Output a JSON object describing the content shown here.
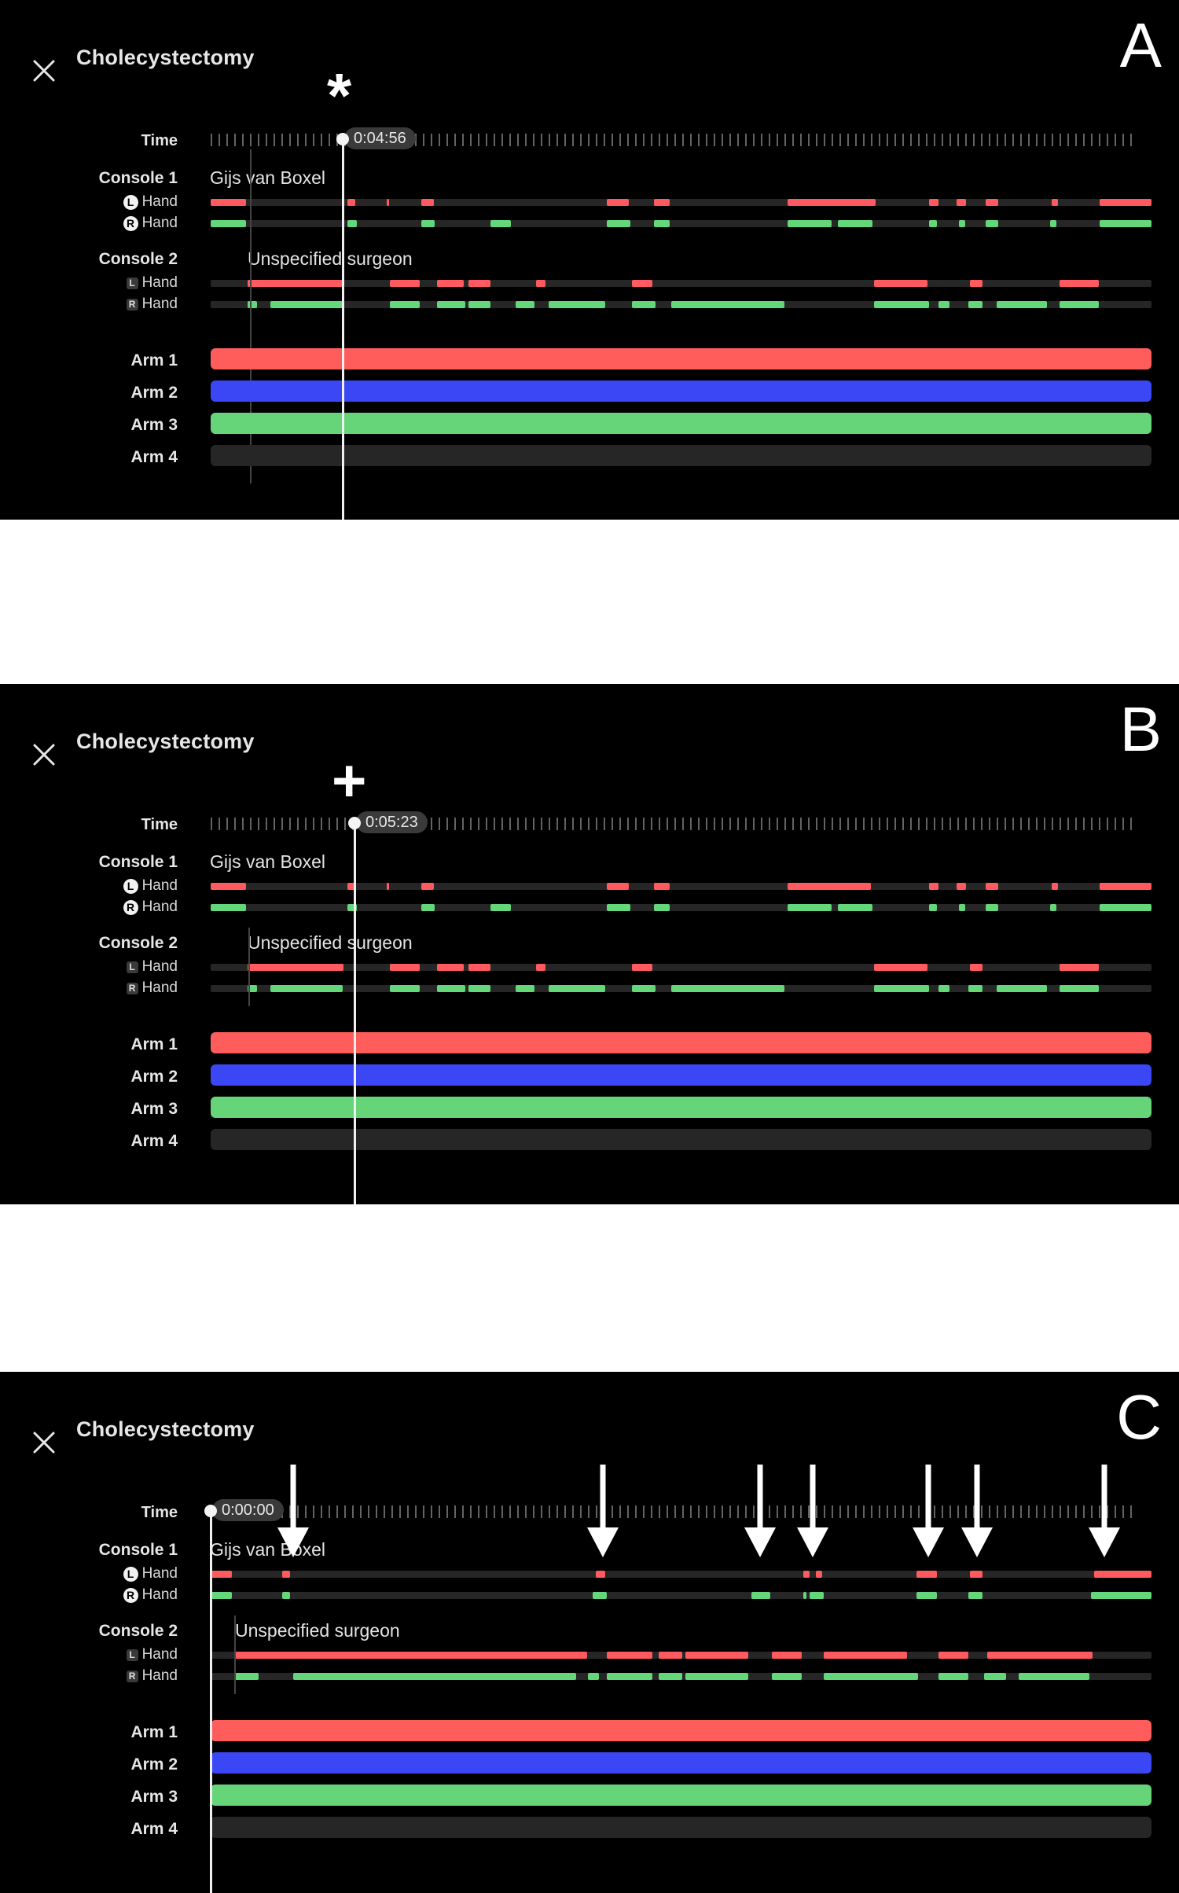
{
  "colors": {
    "left_hand": "#ff5a5f",
    "right_hand": "#63d779",
    "arm1": "#ff5c5c",
    "arm2": "#3b47f5",
    "arm3": "#66d57a",
    "arm4": "#262626",
    "track": "#262626"
  },
  "icons": {
    "close": "close-icon",
    "arrow": "down-arrow-icon"
  },
  "labels": {
    "time": "Time",
    "console1": "Console 1",
    "console2": "Console 2",
    "hand": "Hand",
    "left_badge": "L",
    "right_badge": "R",
    "arm1": "Arm 1",
    "arm2": "Arm 2",
    "arm3": "Arm 3",
    "arm4": "Arm 4"
  },
  "panels": [
    {
      "letter": "A",
      "title": "Cholecystectomy",
      "time": "0:04:56",
      "marker": "*",
      "console1_surgeon": "Gijs van Boxel",
      "console2_surgeon": "Unspecified surgeon"
    },
    {
      "letter": "B",
      "title": "Cholecystectomy",
      "time": "0:05:23",
      "marker": "+",
      "console1_surgeon": "Gijs van Boxel",
      "console2_surgeon": "Unspecified surgeon"
    },
    {
      "letter": "C",
      "title": "Cholecystectomy",
      "time": "0:00:00",
      "marker": "",
      "console1_surgeon": "Gijs van Boxel",
      "console2_surgeon": "Unspecified surgeon"
    }
  ]
}
